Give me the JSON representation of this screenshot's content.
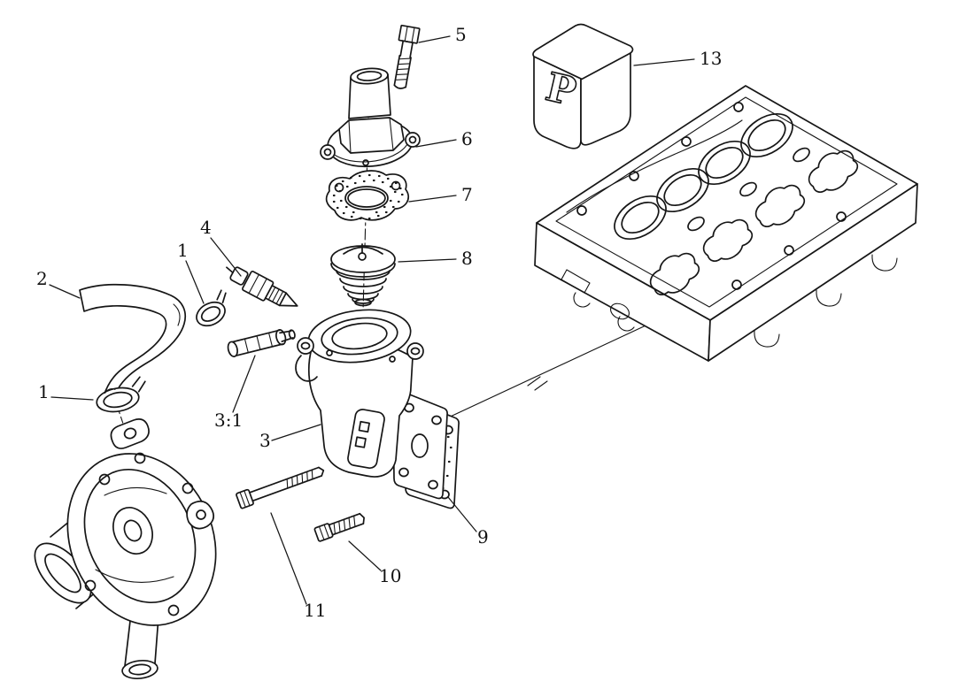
{
  "diagram": {
    "type": "exploded-parts-diagram",
    "logo_glyph": "P",
    "colors": {
      "line": "#161616",
      "background": "#ffffff"
    },
    "callouts": [
      {
        "label": "5",
        "part": "flange-bolt-top"
      },
      {
        "label": "13",
        "part": "sealant-box"
      },
      {
        "label": "6",
        "part": "thermostat-cover"
      },
      {
        "label": "7",
        "part": "cover-gasket"
      },
      {
        "label": "4",
        "part": "temperature-sensor"
      },
      {
        "label": "1",
        "part": "hose-clamp-upper"
      },
      {
        "label": "8",
        "part": "thermostat"
      },
      {
        "label": "2",
        "part": "bypass-hose"
      },
      {
        "label": "1",
        "part": "hose-clamp-lower"
      },
      {
        "label": "3:1",
        "part": "hose-fitting"
      },
      {
        "label": "3",
        "part": "thermostat-housing"
      },
      {
        "label": "9",
        "part": "housing-gasket"
      },
      {
        "label": "10",
        "part": "bolt-short"
      },
      {
        "label": "11",
        "part": "bolt-long"
      }
    ]
  }
}
